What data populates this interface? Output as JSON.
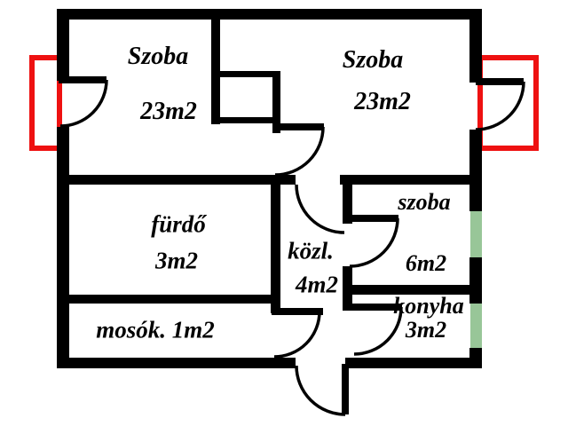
{
  "colors": {
    "wall": "#000000",
    "balcony": "#ee1111",
    "window": "#98c698",
    "bg": "#ffffff",
    "text": "#000000"
  },
  "rooms": [
    {
      "id": "szoba-left",
      "name": "Szoba",
      "area": "23m2"
    },
    {
      "id": "szoba-right",
      "name": "Szoba",
      "area": "23m2"
    },
    {
      "id": "furdo",
      "name": "fürdő",
      "area": "3m2"
    },
    {
      "id": "kozl",
      "name": "közl.",
      "area": "4m2"
    },
    {
      "id": "szoba-small",
      "name": "szoba",
      "area": "6m2"
    },
    {
      "id": "konyha",
      "name": "konyha",
      "area": "3m2"
    },
    {
      "id": "mosok",
      "name": "mosók.",
      "area": "1m2",
      "label": "mosók. 1m2"
    }
  ]
}
